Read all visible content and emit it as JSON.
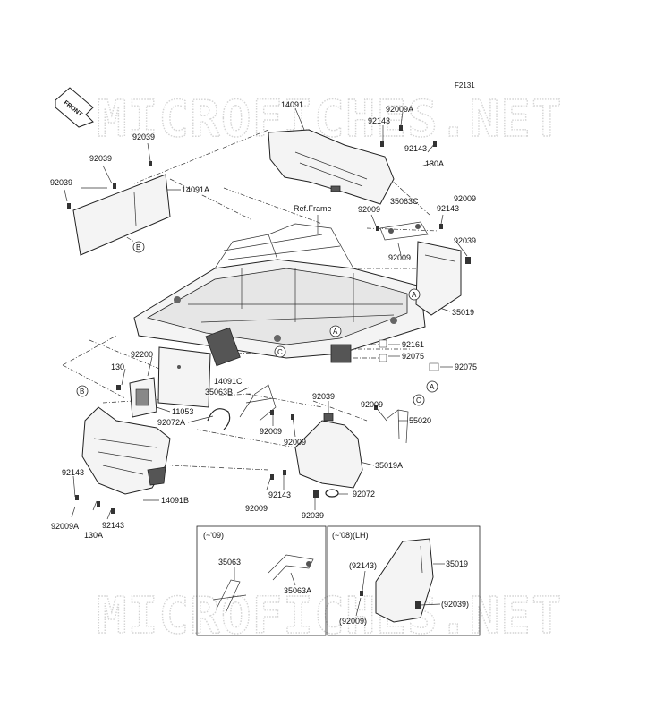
{
  "figure_number": "F2131",
  "front_label": "FRONT",
  "watermark": "MICROFICHES.NET",
  "ref_frame": "Ref.Frame",
  "callouts": {
    "a": "A",
    "b": "B",
    "c": "C"
  },
  "parts": {
    "p14091": "14091",
    "p14091A": "14091A",
    "p14091B": "14091B",
    "p14091C": "14091C",
    "p92009A_top": "92009A",
    "p92143_a": "92143",
    "p92143_b": "92143",
    "p130A_top": "130A",
    "p92039_a": "92039",
    "p92039_b": "92039",
    "p92039_c": "92039",
    "p35063C": "35063C",
    "p92009_a": "92009",
    "p92009_b": "92009",
    "p92143_c": "92143",
    "p92009_c": "92009",
    "p92039_d": "92039",
    "p35019": "35019",
    "p92161": "92161",
    "p92075_a": "92075",
    "p92075_b": "92075",
    "p130": "130",
    "p92200": "92200",
    "p35063B": "35063B",
    "p11053": "11053",
    "p92072A": "92072A",
    "p92009_d": "92009",
    "p92009_e": "92009",
    "p92039_e": "92039",
    "p92009_f": "92009",
    "p55020": "55020",
    "p35019A": "35019A",
    "p92143_d": "92143",
    "p92143_e": "92143",
    "p92009_g": "92009",
    "p92072": "92072",
    "p92039_f": "92039",
    "p92009A_bot": "92009A",
    "p92143_f": "92143",
    "p130A_bot": "130A"
  },
  "inset_left": {
    "title": "(~'09)",
    "p35063": "35063",
    "p35063A": "35063A"
  },
  "inset_right": {
    "title": "(~'08)(LH)",
    "p92143": "(92143)",
    "p35019": "35019",
    "p92039": "(92039)",
    "p92009": "(92009)"
  }
}
